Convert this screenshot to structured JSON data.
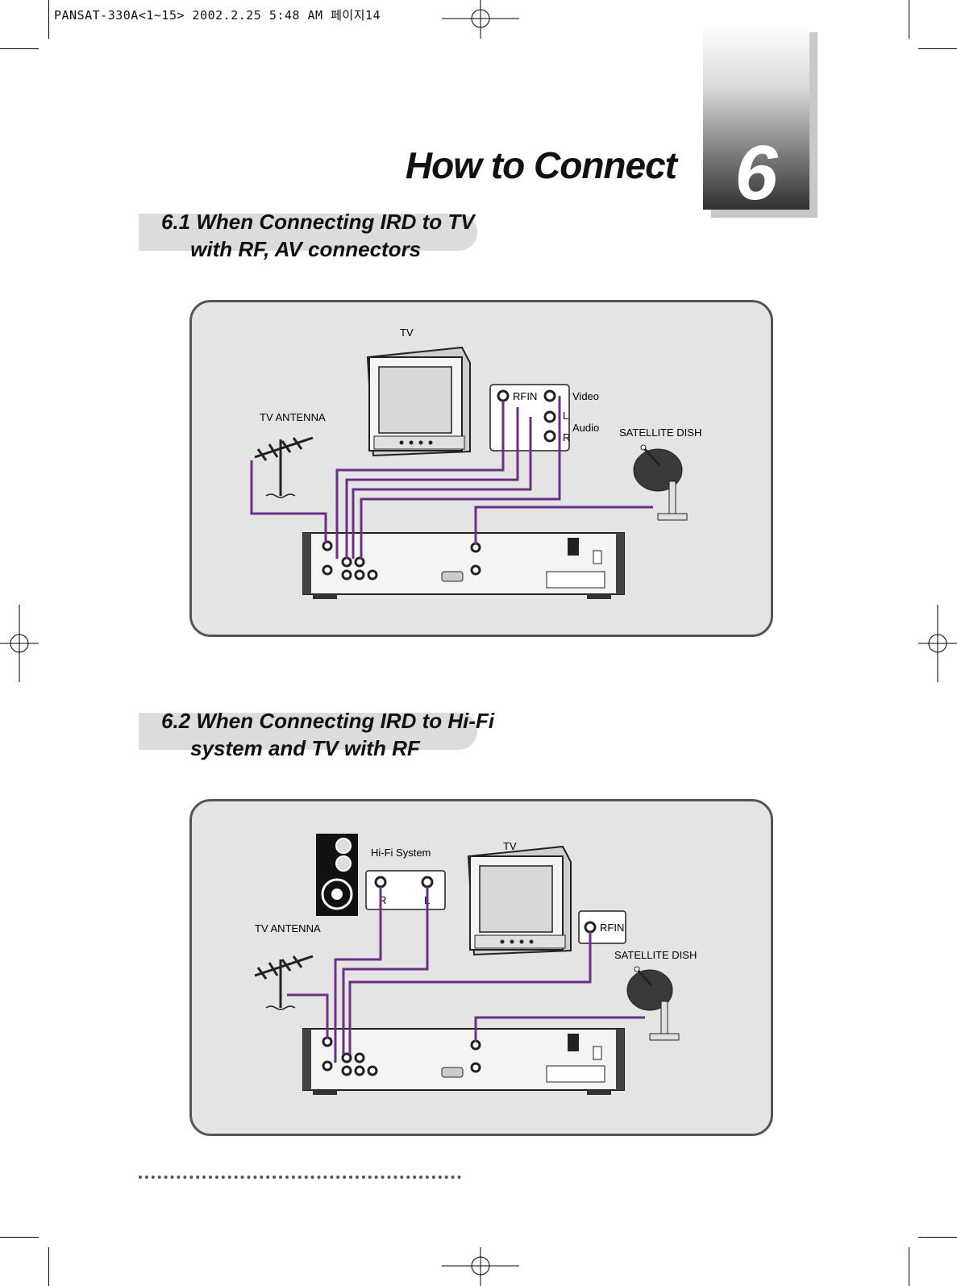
{
  "header": {
    "text": "PANSAT-330A<1~15> 2002.2.25 5:48 AM 페이지14"
  },
  "chapter": {
    "title": "How to Connect",
    "number": "6"
  },
  "section1": {
    "title": "6.1 When Connecting IRD to TV\n     with RF, AV connectors",
    "labels": {
      "tv": "TV",
      "antenna": "TV ANTENNA",
      "dish": "SATELLITE DISH",
      "rfin": "RFIN",
      "video": "Video",
      "audio": "Audio",
      "l": "L",
      "r": "R"
    }
  },
  "section2": {
    "title": "6.2 When Connecting IRD to Hi-Fi\n     system and TV with RF",
    "labels": {
      "hifi": "Hi-Fi System",
      "tv": "TV",
      "antenna": "TV ANTENNA",
      "dish": "SATELLITE DISH",
      "rfin": "RFIN",
      "r": "R",
      "l": "L"
    }
  },
  "colors": {
    "cable": "#6b2f86",
    "panel": "#e4e4e4",
    "border": "#555555"
  }
}
